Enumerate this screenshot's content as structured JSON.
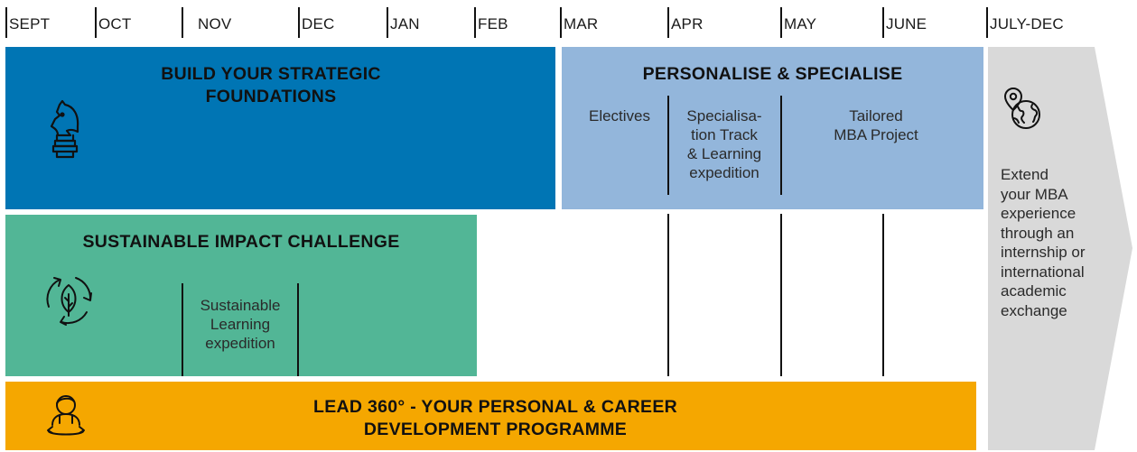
{
  "timeline": {
    "months": [
      "SEPT",
      "OCT",
      "NOV",
      "DEC",
      "JAN",
      "FEB",
      "MAR",
      "APR",
      "MAY",
      "JUNE",
      "JULY-DEC"
    ]
  },
  "blocks": {
    "foundations": {
      "title_line1": "BUILD YOUR STRATEGIC",
      "title_line2": "FOUNDATIONS",
      "color": "#0075B4",
      "icon": "chess-knight-icon"
    },
    "personalise": {
      "title": "PERSONALISE & SPECIALISE",
      "color": "#93B6DB",
      "columns": {
        "electives": "Electives",
        "specialisation": [
          "Specialisa-",
          "tion Track",
          "& Learning",
          "expedition"
        ],
        "project": [
          "Tailored",
          "MBA Project"
        ]
      }
    },
    "sustainable": {
      "title": "SUSTAINABLE IMPACT CHALLENGE",
      "color": "#52B696",
      "icon": "recycle-leaf-icon",
      "expedition": [
        "Sustainable",
        "Learning",
        "expedition"
      ]
    },
    "lead": {
      "title_line1": "LEAD 360° - YOUR PERSONAL & CAREER",
      "title_line2": "DEVELOPMENT PROGRAMME",
      "color": "#F5A700",
      "icon": "person-360-icon"
    },
    "extend": {
      "color": "#D9D9D9",
      "icon": "globe-location-icon",
      "text": [
        "Extend",
        "your MBA",
        "experience",
        "through an",
        "internship or",
        "international",
        "academic",
        "exchange"
      ]
    }
  }
}
